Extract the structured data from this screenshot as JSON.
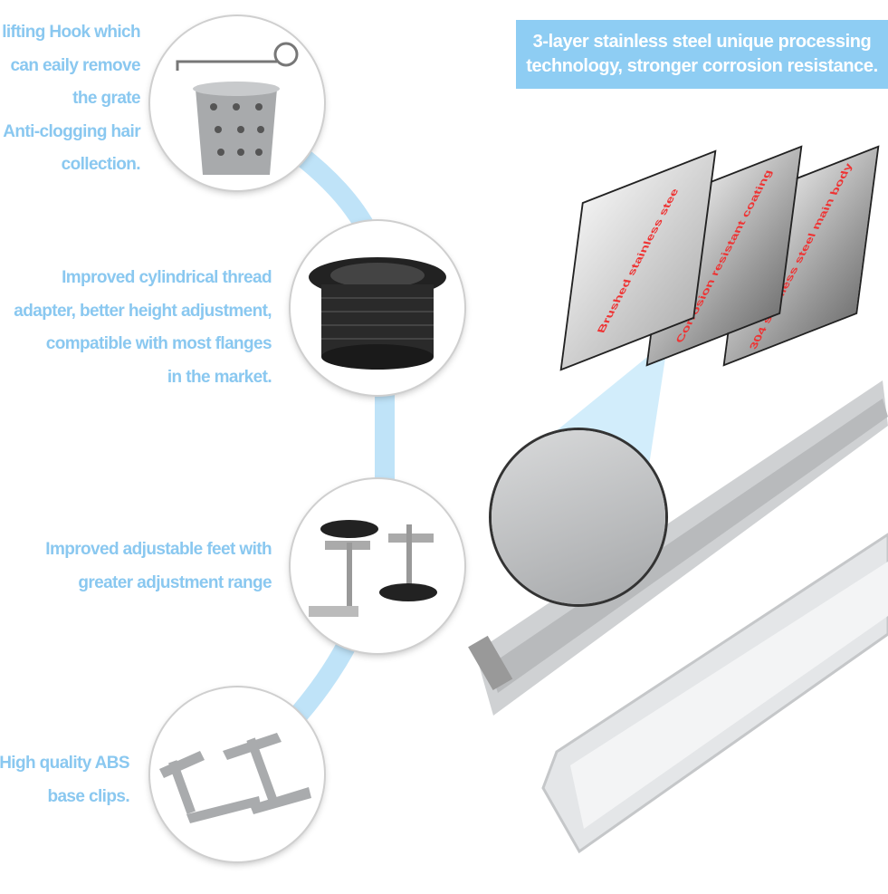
{
  "features": [
    {
      "lines": [
        "lifting Hook which",
        "can eaily remove",
        "the grate",
        "Anti-clogging hair",
        "collection."
      ],
      "icon": "drain-basket-with-hook"
    },
    {
      "lines": [
        "Improved cylindrical thread",
        "adapter, better height adjustment,",
        "compatible with most flanges",
        "in the market."
      ],
      "icon": "thread-adapter"
    },
    {
      "lines": [
        "Improved adjustable feet with",
        "greater adjustment range"
      ],
      "icon": "adjustable-feet"
    },
    {
      "lines": [
        "High quality ABS",
        "base clips."
      ],
      "icon": "base-clips"
    }
  ],
  "banner": {
    "line1": "3-layer stainless steel unique processing",
    "line2": "technology, stronger corrosion resistance."
  },
  "layers": [
    {
      "label": "Brushed stainless stee"
    },
    {
      "label": "Corrosion resistant coating"
    },
    {
      "label": "304 stainless steel main body"
    }
  ],
  "colors": {
    "accent": "#8ecdf3",
    "text": "#8ac8f0",
    "layer_label": "#e33333"
  }
}
